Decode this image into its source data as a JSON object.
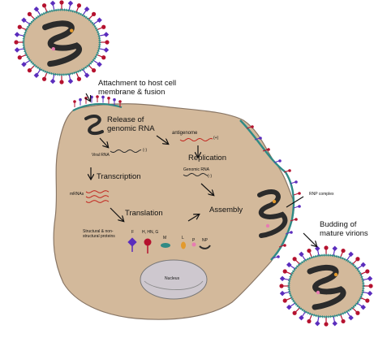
{
  "colors": {
    "cell_fill": "#d3b99b",
    "cell_stroke": "#8a7766",
    "membrane": "#2e8a86",
    "spike_blue": "#5b2dbd",
    "spike_red": "#b5122f",
    "spike_pink": "#e64da6",
    "rna_black": "#2b2b2b",
    "rna_red": "#c2261f",
    "m_protein": "#2f8a84",
    "l_protein": "#e39a2d",
    "p_protein": "#e87bb2"
  },
  "labels": {
    "attachment": "Attachment to host cell membrane & fusion",
    "release": "Release of genomic RNA",
    "antigenome": "antigenome",
    "antigenome_sign": "(+)",
    "viral_rna": "Viral RNA",
    "viral_rna_sign": "(-)",
    "replication": "Replication",
    "genomic_rna": "Genomic RNA",
    "genomic_rna_sign": "(-)",
    "transcription": "Transcription",
    "mrnas": "mRNAs",
    "translation": "Translation",
    "assembly": "Assembly",
    "rnp_complex": "RNP complex",
    "budding": "Budding of mature virions",
    "proteins": "Structural & non-structural proteins",
    "protein_f": "F",
    "protein_hhng": "H, HN, G",
    "protein_m": "M",
    "protein_l": "L",
    "protein_p": "P",
    "protein_np": "NP",
    "nucleus": "Nucleus"
  }
}
